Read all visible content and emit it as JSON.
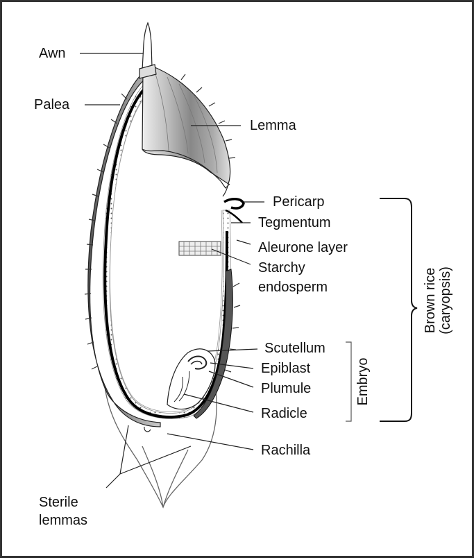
{
  "labels": {
    "awn": "Awn",
    "palea": "Palea",
    "lemma": "Lemma",
    "pericarp": "Pericarp",
    "tegmentum": "Tegmentum",
    "aleurone_layer": "Aleurone layer",
    "starchy_endosperm_line1": "Starchy",
    "starchy_endosperm_line2": "endosperm",
    "scutellum": "Scutellum",
    "epiblast": "Epiblast",
    "plumule": "Plumule",
    "radicle": "Radicle",
    "rachilla": "Rachilla",
    "sterile_lemmas_line1": "Sterile",
    "sterile_lemmas_line2": "lemmas"
  },
  "brackets": {
    "embryo": "Embryo",
    "brown_rice_line1": "Brown rice",
    "brown_rice_line2": "(caryopsis)"
  }
}
